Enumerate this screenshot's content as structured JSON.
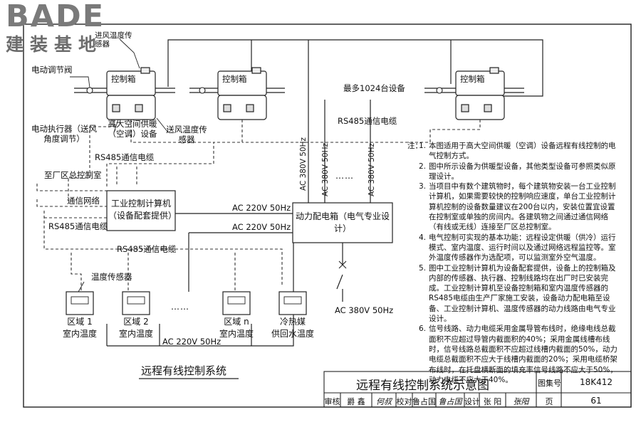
{
  "logo": {
    "brand": "BADE",
    "subtitle": "建装基地"
  },
  "labels": {
    "intake_temp_sensor": "进风温度传感器",
    "motor_damper": "电动调节阀",
    "control_box": "控制箱",
    "max_devices": "最多1024台设备",
    "rs485_top": "RS485通信电缆",
    "actuator": "电动执行器（送风角度调节）",
    "hvac_device": "高大空间供暖（空调）设备",
    "supply_temp_sensor": "送风温度传感器",
    "rs485_mid": "RS485通信电缆",
    "to_control_room": "至厂区总控制室",
    "comm_network": "通信网络",
    "ipc": "工业控制计算机（设备配套提供）",
    "rs485_ipc": "RS485通信电缆",
    "ac220_1": "AC 220V 50Hz",
    "ac220_2": "AC 220V 50Hz",
    "rs485_bottom": "RS485通信电缆",
    "power_box": "动力配电箱（电气专业设计）",
    "ac380_v1": "AC 380V 50Hz",
    "ac380_v2": "AC 380V 50Hz",
    "ac380_v3": "AC 380V 50Hz",
    "ac380_in": "AC 380V 50Hz",
    "temp_sensor": "温度传感器",
    "ac220_bottom": "AC 220V 50Hz",
    "ellipsis": "……",
    "diagram_caption": "远程有线控制系统"
  },
  "zones": [
    {
      "line1": "区域 1",
      "line2": "室内温度"
    },
    {
      "line1": "区域 2",
      "line2": "室内温度"
    },
    {
      "line1": "区域 n",
      "line2": "室内温度"
    },
    {
      "line1": "冷热媒",
      "line2": "供回水温度"
    }
  ],
  "notes": {
    "heading": "注：",
    "items": [
      {
        "num": "1.",
        "text": "本图适用于高大空间供暖（空调）设备远程有线控制的电气控制方式。"
      },
      {
        "num": "2.",
        "text": "图中所示设备为供暖型设备，其他类型设备可参照类似原理设计。"
      },
      {
        "num": "3.",
        "text": "当项目中有数个建筑物时，每个建筑物安装一台工业控制计算机，如果需要较快的控制响应速度，单台工业控制计算机控制的设备数量建议在200台以内，安装位置宜设置在控制室或单独的房间内。各建筑物之间通过通信网络（有线或无线）连接至厂区总控制室。"
      },
      {
        "num": "4.",
        "text": "电气控制可实现的基本功能：远程设定供暖（供冷）运行模式、室内温度、运行时间以及通过网络远程监控等。室外温度传感器作为选配项，可以监测室外空气温度。"
      },
      {
        "num": "5.",
        "text": "图中工业控制计算机为设备配套提供，设备上的控制箱及内部的传感器、执行器、控制线路均在出厂时已安装完成。工业控制计算机至设备控制箱和室内温度传感器的RS485电缆由生产厂家施工安装，设备动力配电箱至设备、工业控制计算机、温度传感器的动力线路由电气专业设计。"
      },
      {
        "num": "6.",
        "text": "信号线路、动力电缆采用金属导管布线时，绝缘电线总截面积不应超过导管内截面积的40%；采用金属线槽布线时，信号线路总截面积不应超过线槽内截面的50%，动力电缆总截面积不应大于线槽内截面的20%；采用电缆桥架布线时，在托盘横断面的填充率信号线路不应大于50%，动力电缆不应大于40%。"
      }
    ]
  },
  "title_block": {
    "title": "远程有线控制系统示意图",
    "atlas_label": "图集号",
    "atlas_no": "18K412",
    "review": "审核",
    "review_name": "爵 鑫",
    "review_sig": "何叔",
    "check": "校对",
    "check_name": "鲁占国",
    "check_sig": "鲁占国",
    "design": "设计",
    "design_name": "张 阳",
    "design_sig": "张阳",
    "page_label": "页",
    "page_no": "61"
  }
}
